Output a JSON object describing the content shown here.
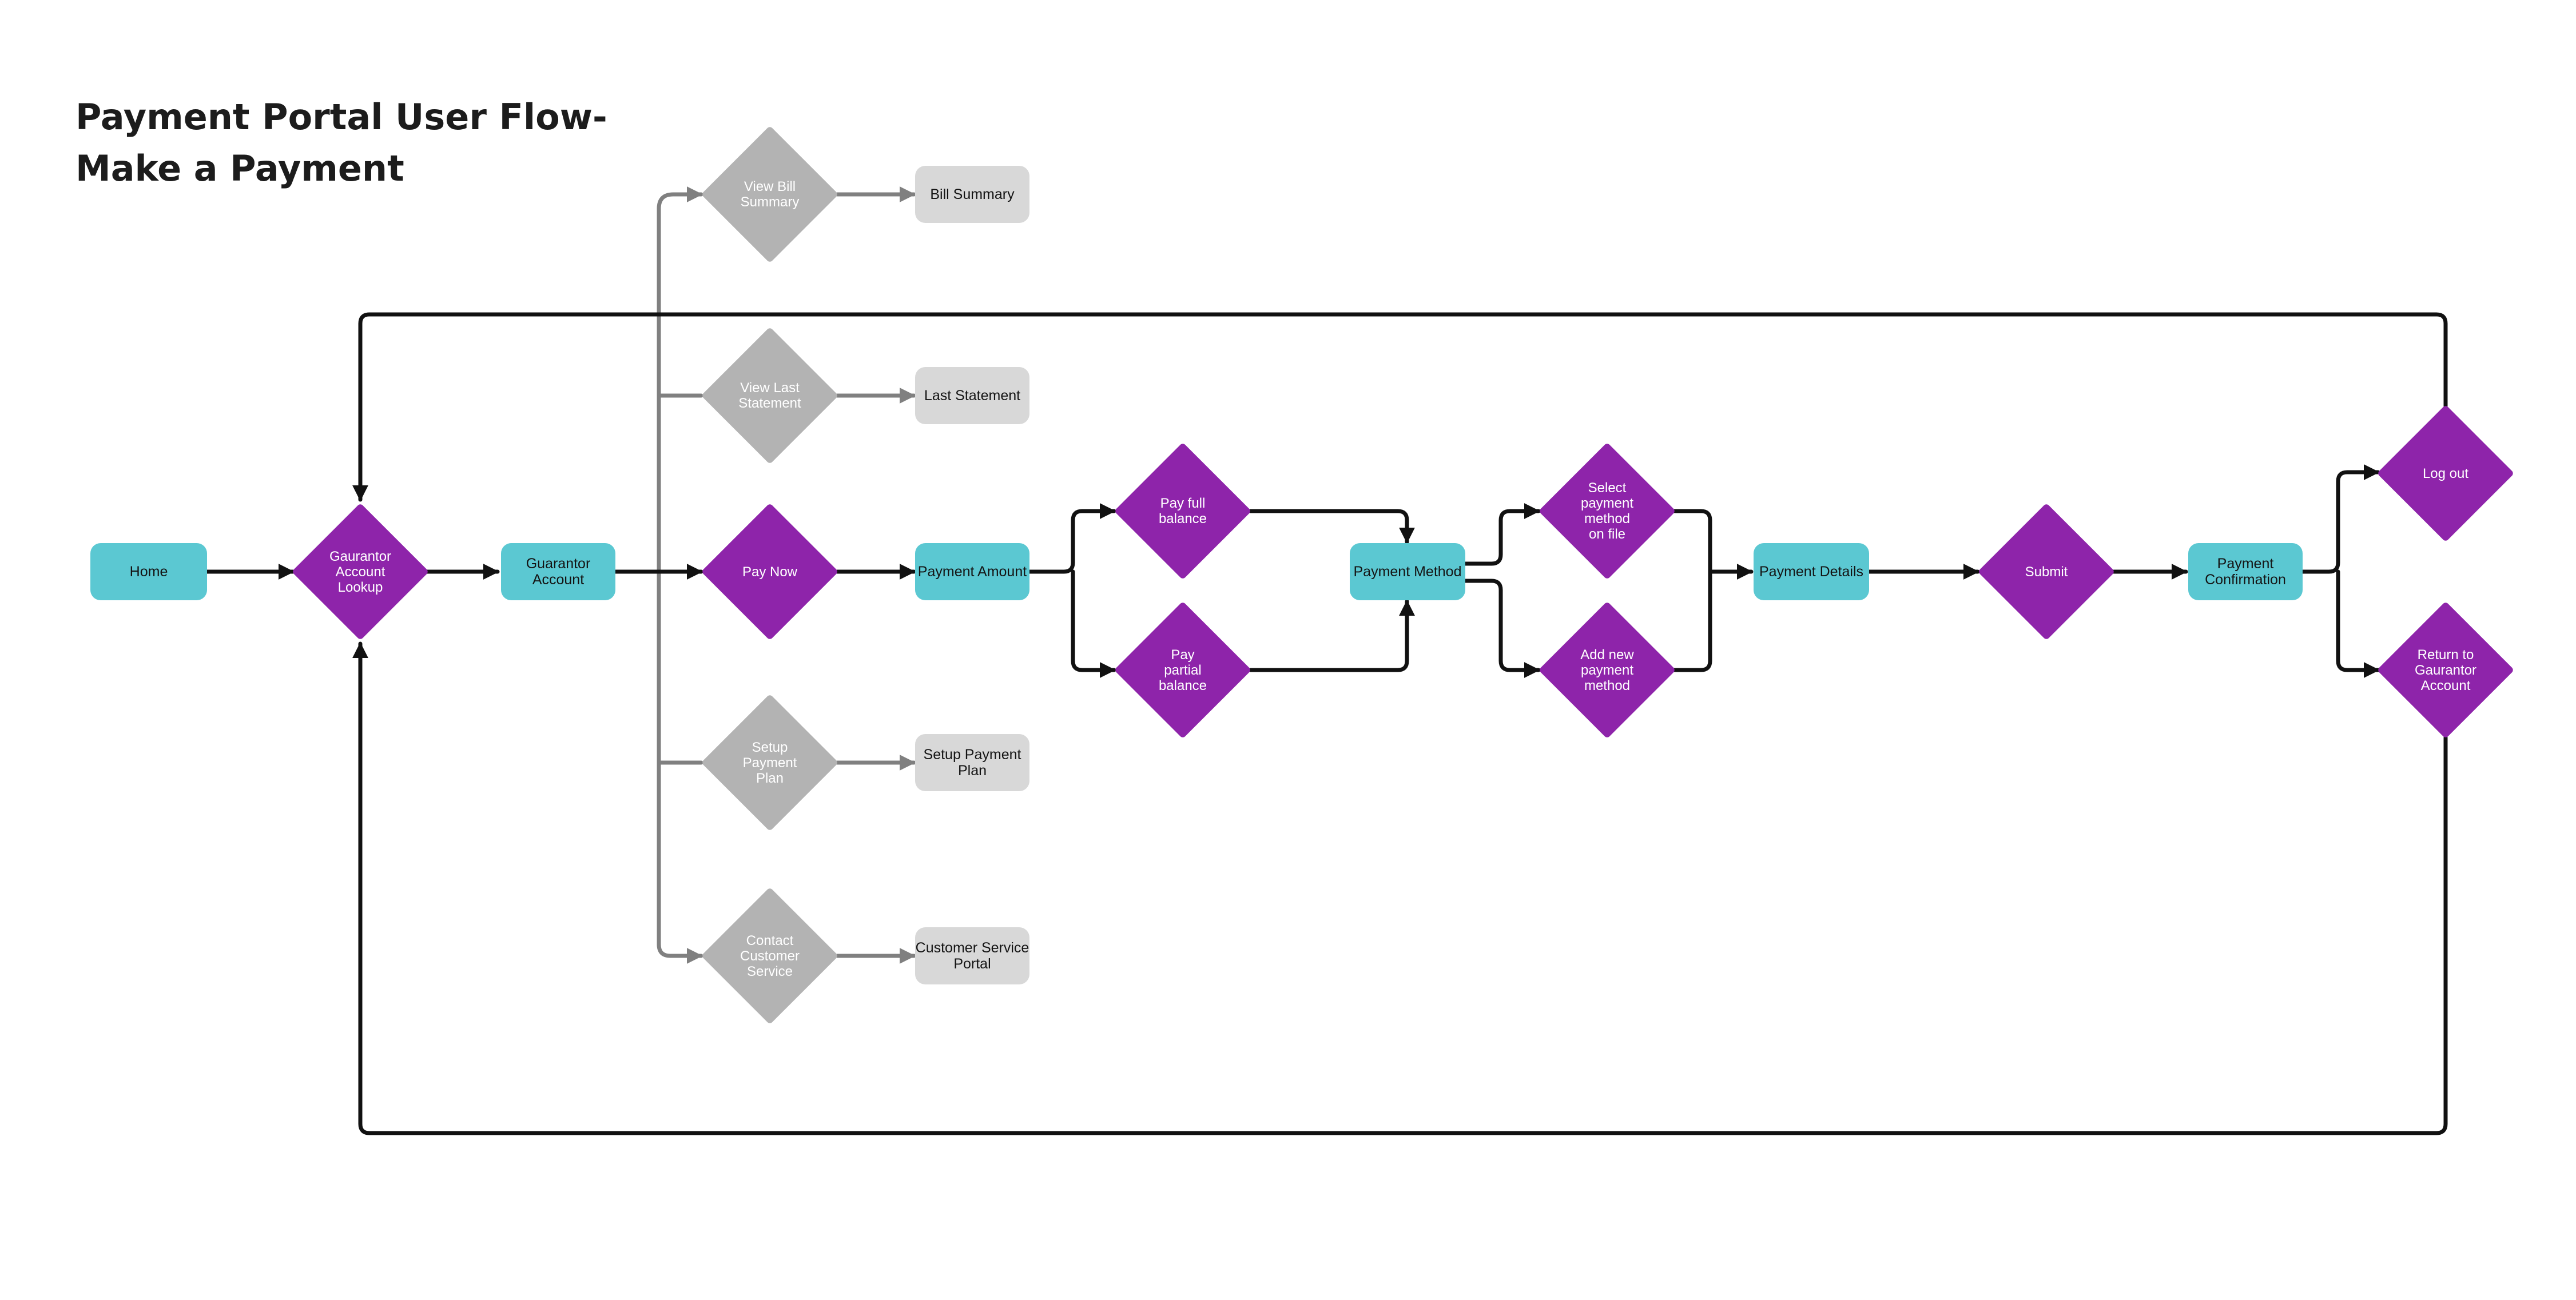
{
  "title_line1": "Payment Portal User Flow-",
  "title_line2": "Make a Payment",
  "colors": {
    "process": "#5bc8d2",
    "decision": "#8e24aa",
    "alt_decision": "#b3b3b3",
    "alt_process": "#d8d8d8",
    "main_line": "#111111",
    "alt_line": "#808080"
  },
  "nodes": {
    "home": "Home",
    "lookup": "Gaurantor\nAccount\nLookup",
    "guarantor_account": "Guarantor\nAccount",
    "view_bill_summary": "View Bill\nSummary",
    "bill_summary": "Bill Summary",
    "view_last_statement": "View Last\nStatement",
    "last_statement": "Last Statement",
    "pay_now": "Pay Now",
    "payment_amount": "Payment Amount",
    "setup_payment_plan_decision": "Setup\nPayment\nPlan",
    "setup_payment_plan": "Setup Payment\nPlan",
    "contact_customer_service": "Contact\nCustomer\nService",
    "customer_service_portal": "Customer Service\nPortal",
    "pay_full_balance": "Pay full\nbalance",
    "pay_partial_balance": "Pay\npartial\nbalance",
    "payment_method": "Payment Method",
    "select_payment_method": "Select\npayment\nmethod\non file",
    "add_new_payment_method": "Add new\npayment\nmethod",
    "payment_details": "Payment Details",
    "submit": "Submit",
    "payment_confirmation": "Payment\nConfirmation",
    "log_out": "Log out",
    "return_to_account": "Return to\nGaurantor\nAccount"
  }
}
